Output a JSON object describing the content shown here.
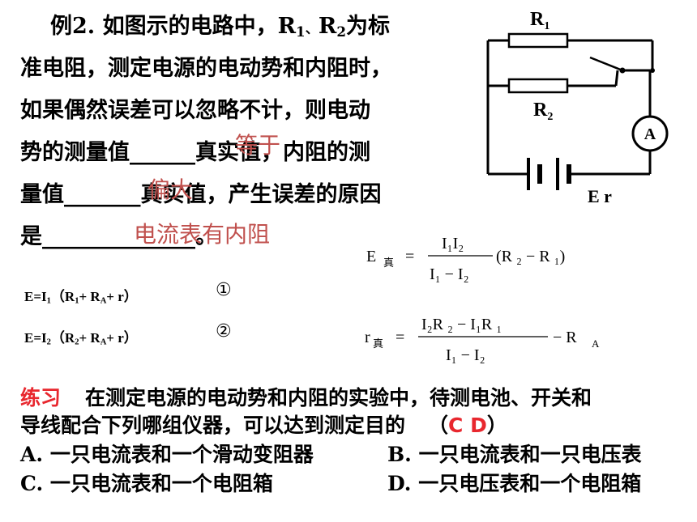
{
  "example": {
    "line1_a": "例2. 如图示的电路中，",
    "line1_r1": "R",
    "line1_r1_sub": "1",
    "line1_sep": "、",
    "line1_r2": "R",
    "line1_r2_sub": "2",
    "line1_b": "为标",
    "line2": "准电阻，测定电源的电动势和内阻时，",
    "line3": "如果偶然误差可以忽略不计，则电动",
    "line4_a": "势的测量值",
    "line4_blank": "______",
    "line4_b": "真实值，内阻的测",
    "line5_a": "量值",
    "line5_blank": "_______",
    "line5_b": "真实值，产生误差的原因",
    "line6_a": "是",
    "line6_blank": "______________",
    "line6_b": "。"
  },
  "answers": {
    "a1": "等于",
    "a2": "偏大",
    "a3": "电流表有内阻"
  },
  "circuit": {
    "r1_label": "R",
    "r1_sub": "1",
    "r2_label": "R",
    "r2_sub": "2",
    "ammeter": "A",
    "source": "E r"
  },
  "equations": [
    {
      "text_a": "E=I",
      "sub1": "1",
      "text_b": "（R",
      "sub2": "1",
      "text_c": "+ R",
      "sub3": "A",
      "text_d": "+ r）",
      "num": "①"
    },
    {
      "text_a": "E=I",
      "sub1": "2",
      "text_b": "（R",
      "sub2": "2",
      "text_c": "+ R",
      "sub3": "A",
      "text_d": "+ r）",
      "num": "②"
    }
  ],
  "formula_E": {
    "lhs": "E",
    "lhs_sub": "真",
    "eq": "=",
    "num": "I₁I₂",
    "den": "I₁ − I₂",
    "rest": "(R  ₂ − R ₁)"
  },
  "formula_r": {
    "lhs": "r",
    "lhs_sub": "真",
    "eq": "=",
    "num": "I₂R  ₂ − I₁R ₁",
    "den": "I₁ − I₂",
    "rest": "− R",
    "rest_sub": "A"
  },
  "practice": {
    "label": "练习",
    "line1": "在测定电源的电动势和内阻的实验中，待测电池、开关和",
    "line2": "导线配合下列哪组仪器，可以达到测定目的",
    "open_paren": "（",
    "answer": "C  D",
    "close_paren": "）",
    "options": [
      {
        "letter": "A.",
        "text": "一只电流表和一个滑动变阻器"
      },
      {
        "letter": "B.",
        "text": "一只电流表和一只电压表"
      },
      {
        "letter": "C.",
        "text": "一只电流表和一个电阻箱"
      },
      {
        "letter": "D.",
        "text": "一只电压表和一个电阻箱"
      }
    ]
  }
}
